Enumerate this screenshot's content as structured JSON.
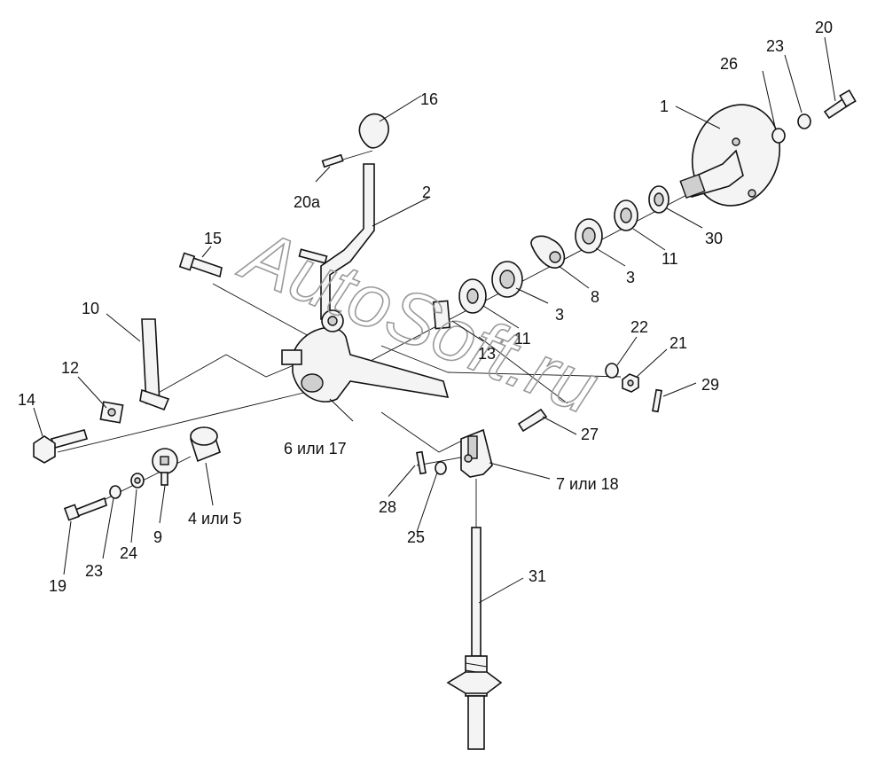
{
  "watermark": "AutoSoft.ru",
  "labels": {
    "l1": "1",
    "l2": "2",
    "l3a": "3",
    "l3b": "3",
    "l4": "4 или 5",
    "l6": "6 или 17",
    "l7": "7 или 18",
    "l8": "8",
    "l9": "9",
    "l10": "10",
    "l11a": "11",
    "l11b": "11",
    "l12": "12",
    "l13": "13",
    "l14": "14",
    "l15": "15",
    "l16": "16",
    "l19": "19",
    "l20": "20",
    "l20a": "20а",
    "l21": "21",
    "l22": "22",
    "l23a": "23",
    "l23b": "23",
    "l24": "24",
    "l25": "25",
    "l26": "26",
    "l27": "27",
    "l28": "28",
    "l29": "29",
    "l30": "30",
    "l31": "31"
  }
}
